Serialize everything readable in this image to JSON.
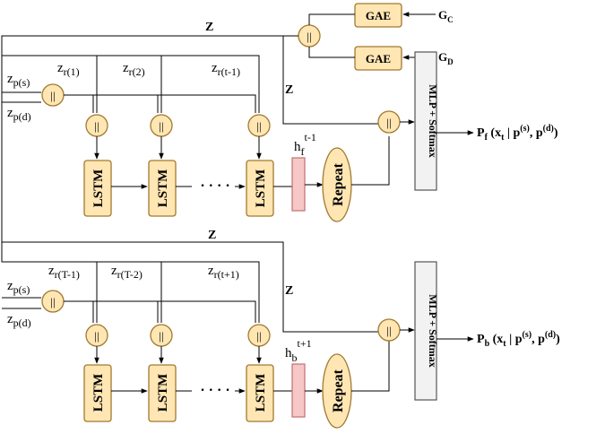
{
  "gae": {
    "label": "GAE",
    "inputs": {
      "c": "C",
      "d": "D"
    },
    "input_letter": "G"
  },
  "concat_symbol": "||",
  "z_label": "Z",
  "lstm_label": "LSTM",
  "dots": "· · · ·",
  "repeat_label": "Repeat",
  "mlp_label": "MLP + Softmax",
  "forward": {
    "zps": {
      "base": "z",
      "sub": "p(s)"
    },
    "zpd": {
      "base": "z",
      "sub": "p(d)"
    },
    "zr": [
      {
        "base": "z",
        "sub": "r(1)"
      },
      {
        "base": "z",
        "sub": "r(2)"
      },
      {
        "base": "z",
        "sub": "r(t-1)"
      }
    ],
    "hidden": {
      "base": "h",
      "sub": "f",
      "sup": "t-1"
    },
    "output": {
      "p": "P",
      "sub": "f",
      "mid": " (x",
      "xsub": "t",
      "bar": " | p",
      "s": "(s)",
      "comma": ", p",
      "d": "(d)",
      "close": ")"
    }
  },
  "backward": {
    "zps": {
      "base": "z",
      "sub": "p(s)"
    },
    "zpd": {
      "base": "z",
      "sub": "p(d)"
    },
    "zr": [
      {
        "base": "z",
        "sub": "r(T-1)"
      },
      {
        "base": "z",
        "sub": "r(T-2)"
      },
      {
        "base": "z",
        "sub": "r(t+1)"
      }
    ],
    "hidden": {
      "base": "h",
      "sub": "b",
      "sup": "t+1"
    },
    "output": {
      "p": "P",
      "sub": "b",
      "mid": " (x",
      "xsub": "t",
      "bar": " | p",
      "s": "(s)",
      "comma": ", p",
      "d": "(d)",
      "close": ")"
    }
  }
}
